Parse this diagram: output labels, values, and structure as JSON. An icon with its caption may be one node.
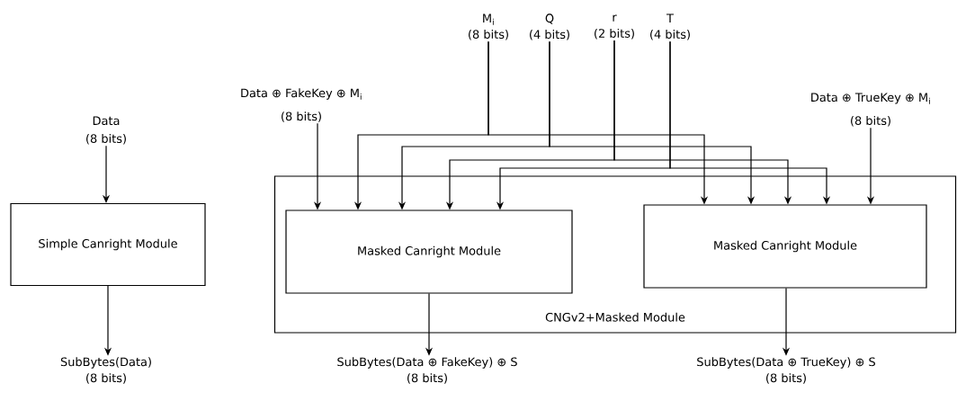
{
  "diagram": {
    "nodes": [
      {
        "text": [
          "Data",
          "(8 bits)"
        ]
      },
      {
        "text": [
          "Simple Canright Module"
        ]
      },
      {
        "text": [
          "SubBytes(Data)",
          "(8 bits)"
        ]
      },
      {
        "text": [
          "CNGv2+Masked Module"
        ]
      },
      {
        "text": [
          "Masked Canright Module"
        ],
        "in": 3
      },
      {
        "text": [
          "Masked Canright Module"
        ],
        "in": 3
      },
      {
        "text": [
          "Data ⊕ FakeKey ⊕ M$_{i}$",
          "(8 bits)"
        ]
      },
      {
        "text": [
          "Data ⊕ TrueKey ⊕ M$_{i}$",
          "(8 bits)"
        ]
      },
      {
        "text": [
          "M$_{i}$",
          "(8 bits)"
        ]
      },
      {
        "text": [
          "Q",
          "(4 bits)"
        ]
      },
      {
        "text": [
          "r",
          "(2 bits)"
        ]
      },
      {
        "text": [
          "T",
          "(4 bits)"
        ]
      },
      {
        "text": [
          "SubBytes(Data ⊕ FakeKey) ⊕ S",
          "(8 bits)"
        ]
      },
      {
        "text": [
          "SubBytes(Data ⊕ TrueKey) ⊕ S",
          "(8 bits)"
        ]
      }
    ],
    "edges": [
      {
        "from": 0,
        "to": 1,
        "arrow": "to"
      },
      {
        "from": 1,
        "to": 2,
        "arrow": "to"
      },
      {
        "from": 6,
        "to": 4,
        "arrow": "to"
      },
      {
        "from": 8,
        "to": 4,
        "arrow": "to"
      },
      {
        "from": 8,
        "to": 5,
        "arrow": "to"
      },
      {
        "from": 9,
        "to": 4,
        "arrow": "to"
      },
      {
        "from": 9,
        "to": 5,
        "arrow": "to"
      },
      {
        "from": 10,
        "to": 4,
        "arrow": "to"
      },
      {
        "from": 10,
        "to": 5,
        "arrow": "to"
      },
      {
        "from": 11,
        "to": 4,
        "arrow": "to"
      },
      {
        "from": 11,
        "to": 5,
        "arrow": "to"
      },
      {
        "from": 7,
        "to": 5,
        "arrow": "to"
      },
      {
        "from": 4,
        "to": 12,
        "arrow": "to"
      },
      {
        "from": 5,
        "to": 13,
        "arrow": "to"
      }
    ]
  }
}
